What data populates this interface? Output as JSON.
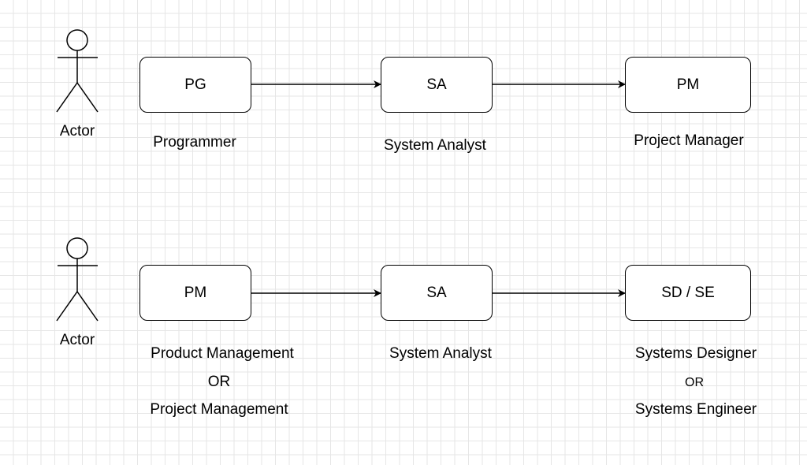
{
  "row1": {
    "actor_label": "Actor",
    "nodes": [
      {
        "abbr": "PG",
        "caption": "Programmer"
      },
      {
        "abbr": "SA",
        "caption": "System Analyst"
      },
      {
        "abbr": "PM",
        "caption": "Project Manager"
      }
    ]
  },
  "row2": {
    "actor_label": "Actor",
    "nodes": [
      {
        "abbr": "PM",
        "caption_line1": "Product Management",
        "caption_or": "OR",
        "caption_line2": "Project Management"
      },
      {
        "abbr": "SA",
        "caption": "System Analyst"
      },
      {
        "abbr": "SD / SE",
        "caption_line1": "Systems Designer",
        "caption_or": "OR",
        "caption_line2": "Systems Engineer"
      }
    ]
  }
}
